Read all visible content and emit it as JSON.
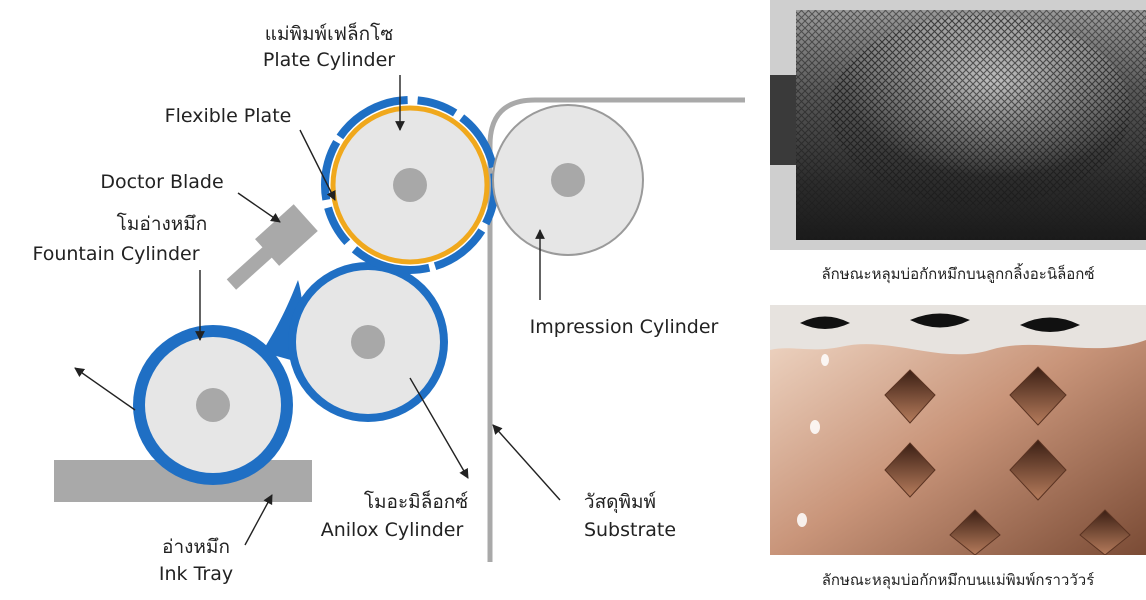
{
  "labels": {
    "plate_cylinder_th": "แม่พิมพ์เฟล็กโซ",
    "plate_cylinder_en": "Plate Cylinder",
    "flexible_plate": "Flexible Plate",
    "doctor_blade": "Doctor Blade",
    "fountain_cylinder_th": "โมอ่างหมึก",
    "fountain_cylinder_en": "Fountain Cylinder",
    "impression_cylinder": "Impression Cylinder",
    "anilox_cylinder_th": "โมอะมิล็อกซ์",
    "anilox_cylinder_en": "Anilox Cylinder",
    "substrate_th": "วัสดุพิมพ์",
    "substrate_en": "Substrate",
    "ink_tray_th": "อ่างหมึก",
    "ink_tray_en": "Ink Tray"
  },
  "captions": {
    "anilox_cells": "ลักษณะหลุมบ่อกักหมึกบนลูกกลิ้งอะนิล็อกซ์",
    "gravure_cells": "ลักษณะหลุมบ่อกักหมึกบนแม่พิมพ์กราววัวร์"
  },
  "colors": {
    "ink_blue": "#1f6fc4",
    "plate_orange": "#f0a81c",
    "cylinder_fill": "#e6e6e6",
    "hub_gray": "#a8a8a8",
    "tray_gray": "#a9a9a9"
  }
}
